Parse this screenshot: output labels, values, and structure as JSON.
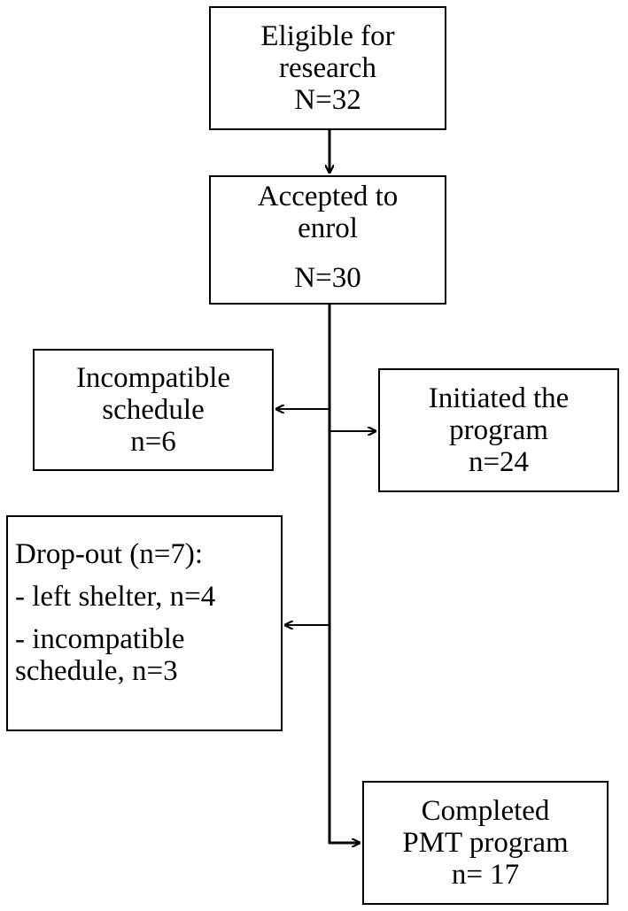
{
  "nodes": {
    "eligible": {
      "lines": [
        "Eligible for",
        "research",
        "N=32"
      ]
    },
    "accepted": {
      "lines": [
        "Accepted to",
        "enrol",
        "N=30"
      ]
    },
    "incompatible": {
      "lines": [
        "Incompatible",
        "schedule",
        "n=6"
      ]
    },
    "initiated": {
      "lines": [
        "Initiated the",
        "program",
        "n=24"
      ]
    },
    "dropout": {
      "heading": "Drop-out (n=7):",
      "item1": "- left shelter, n=4",
      "item2_line1": "- incompatible",
      "item2_line2": "schedule, n=3"
    },
    "completed": {
      "lines": [
        "Completed",
        "PMT program",
        "n= 17"
      ]
    }
  },
  "edges": [
    {
      "from": "eligible",
      "to": "accepted"
    },
    {
      "from": "accepted",
      "to": "incompatible"
    },
    {
      "from": "accepted",
      "to": "initiated"
    },
    {
      "from": "accepted",
      "to": "dropout"
    },
    {
      "from": "accepted",
      "to": "completed"
    }
  ]
}
